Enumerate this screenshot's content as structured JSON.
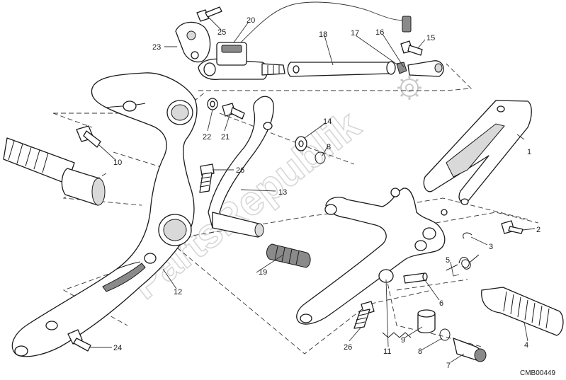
{
  "diagram": {
    "code": "CMB00449",
    "watermark": "PartsRepublik",
    "accent_color": "#1a1a1a",
    "callouts": {
      "c1": "1",
      "c2": "2",
      "c3": "3",
      "c4": "4",
      "c5": "5",
      "c6": "6",
      "c7": "7",
      "c8a": "8",
      "c8b": "8",
      "c9": "9",
      "c10": "10",
      "c11": "11",
      "c12": "12",
      "c13": "13",
      "c14": "14",
      "c15": "15",
      "c16": "16",
      "c17": "17",
      "c18": "18",
      "c19": "19",
      "c20": "20",
      "c21": "21",
      "c22": "22",
      "c23": "23",
      "c24": "24",
      "c25": "25",
      "c26a": "26",
      "c26b": "26"
    }
  }
}
